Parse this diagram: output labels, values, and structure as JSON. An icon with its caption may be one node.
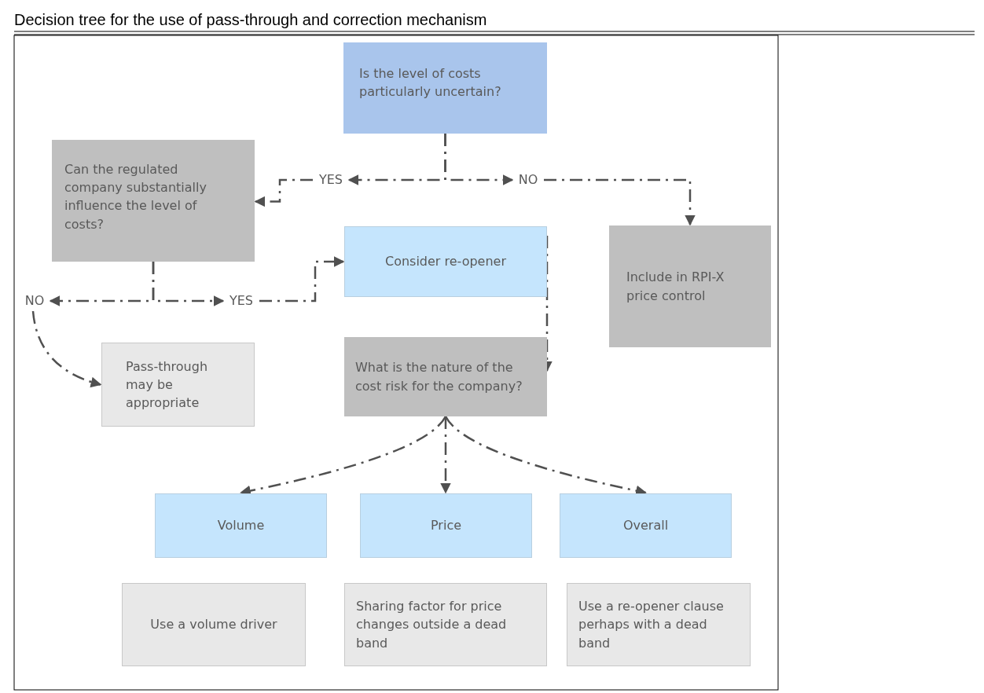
{
  "diagram": {
    "title": "Decision tree for the use of pass-through and correction mechanism",
    "nodes": [
      {
        "text": [
          "Is the level of costs particularly uncertain?"
        ]
      },
      {
        "text": [
          "Can the regulated company substantially influence the level of costs?"
        ]
      },
      {
        "text": [
          "YES"
        ]
      },
      {
        "text": [
          "NO"
        ]
      },
      {
        "text": [
          "Include in RPI-X price control"
        ]
      },
      {
        "text": [
          "Consider re-opener"
        ]
      },
      {
        "text": [
          "NO"
        ]
      },
      {
        "text": [
          "YES"
        ]
      },
      {
        "text": [
          "Pass-through may be appropriate"
        ]
      },
      {
        "text": [
          "What is the nature of the cost risk for the company?"
        ]
      },
      {
        "text": [
          "Volume"
        ]
      },
      {
        "text": [
          "Price"
        ]
      },
      {
        "text": [
          "Overall"
        ]
      },
      {
        "text": [
          "Use a volume driver"
        ]
      },
      {
        "text": [
          "Sharing factor for price changes outside a dead band"
        ]
      },
      {
        "text": [
          "Use a re-opener clause perhaps with a dead band"
        ]
      }
    ],
    "edges": [
      {
        "from": 0,
        "to": 2,
        "arrow": "to",
        "style": "dashed"
      },
      {
        "from": 0,
        "to": 3,
        "arrow": "to",
        "style": "dashed"
      },
      {
        "from": 2,
        "to": 1,
        "arrow": "to",
        "style": "dashed"
      },
      {
        "from": 3,
        "to": 4,
        "arrow": "to",
        "style": "dashed"
      },
      {
        "from": 1,
        "to": 6,
        "arrow": "to",
        "style": "dashed"
      },
      {
        "from": 1,
        "to": 7,
        "arrow": "to",
        "style": "dashed"
      },
      {
        "from": 7,
        "to": 5,
        "arrow": "to",
        "style": "dashed"
      },
      {
        "from": 5,
        "to": 9,
        "arrow": "to",
        "style": "dashed"
      },
      {
        "from": 6,
        "to": 8,
        "arrow": "to",
        "style": "dashed"
      },
      {
        "from": 9,
        "to": 10,
        "arrow": "to",
        "style": "dashed"
      },
      {
        "from": 9,
        "to": 11,
        "arrow": "to",
        "style": "dashed"
      },
      {
        "from": 9,
        "to": 12,
        "arrow": "to",
        "style": "dashed"
      }
    ]
  }
}
